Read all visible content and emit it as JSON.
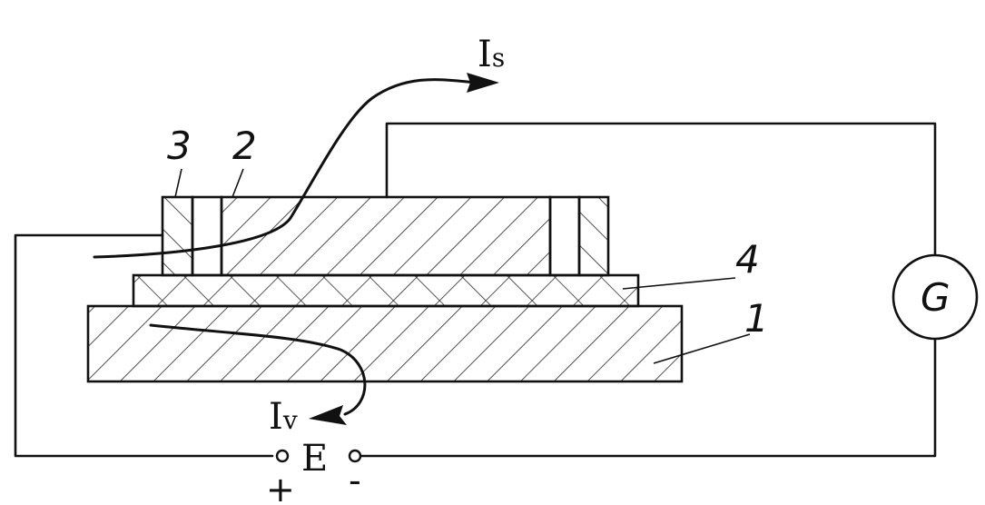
{
  "labels": {
    "part1": "1",
    "part2": "2",
    "part3": "3",
    "part4": "4",
    "surface_current_main": "I",
    "surface_current_sub": "s",
    "volume_current_main": "I",
    "volume_current_sub": "v",
    "source": "E",
    "plus": "+",
    "minus": "-",
    "meter": "G"
  }
}
